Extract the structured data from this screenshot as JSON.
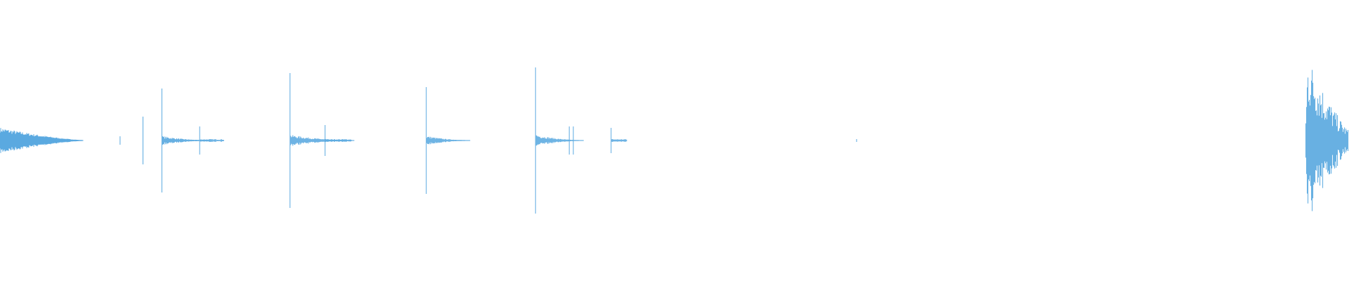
{
  "waveform": {
    "color": "#5aa9e0",
    "events": [
      {
        "t": 0.0,
        "amp": 0.09,
        "kind": "tail",
        "dur": 0.062
      },
      {
        "t": 0.089,
        "amp": 0.03,
        "kind": "tick"
      },
      {
        "t": 0.106,
        "amp": 0.17,
        "kind": "tick"
      },
      {
        "t": 0.12,
        "amp": 0.37,
        "kind": "spike",
        "dur": 0.036
      },
      {
        "t": 0.148,
        "amp": 0.1,
        "kind": "tick",
        "dur": 0.018
      },
      {
        "t": 0.215,
        "amp": 0.48,
        "kind": "spike",
        "dur": 0.048
      },
      {
        "t": 0.241,
        "amp": 0.11,
        "kind": "tick",
        "dur": 0.02
      },
      {
        "t": 0.316,
        "amp": 0.38,
        "kind": "spike",
        "dur": 0.033
      },
      {
        "t": 0.397,
        "amp": 0.52,
        "kind": "spike",
        "dur": 0.036
      },
      {
        "t": 0.422,
        "amp": 0.1,
        "kind": "tick"
      },
      {
        "t": 0.425,
        "amp": 0.1,
        "kind": "tick"
      },
      {
        "t": 0.453,
        "amp": 0.09,
        "kind": "tick",
        "dur": 0.012
      },
      {
        "t": 0.635,
        "amp": 0.01,
        "kind": "tick"
      },
      {
        "t": 0.968,
        "amp": 0.66,
        "kind": "burst",
        "dur": 0.032
      }
    ]
  }
}
